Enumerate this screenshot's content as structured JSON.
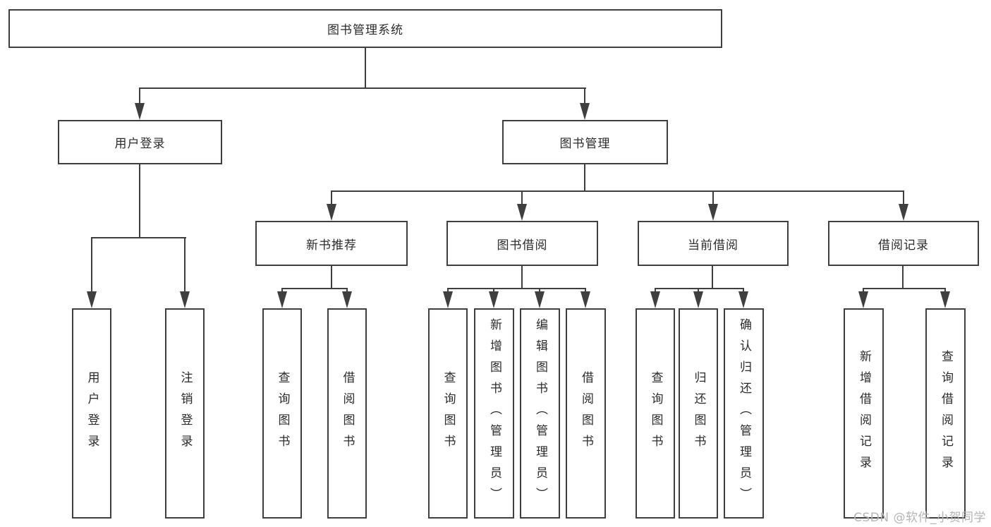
{
  "diagram": {
    "root": "图书管理系统",
    "level2": [
      "用户登录",
      "图书管理"
    ],
    "level3": [
      "新书推荐",
      "图书借阅",
      "当前借阅",
      "借阅记录"
    ],
    "leaves": [
      "用户登录",
      "注销登录",
      "查询图书",
      "借阅图书",
      "查询图书",
      "新增图书（管理员）",
      "编辑图书（管理员）",
      "借阅图书",
      "查询图书",
      "归还图书",
      "确认归还（管理员）",
      "新增借阅记录",
      "查询借阅记录"
    ],
    "colors": {
      "line": "#3f3f3f",
      "text": "#2b2b2b",
      "watermark": "#b5b5b5"
    },
    "watermark": "CSDN @软件_小贺同学"
  }
}
